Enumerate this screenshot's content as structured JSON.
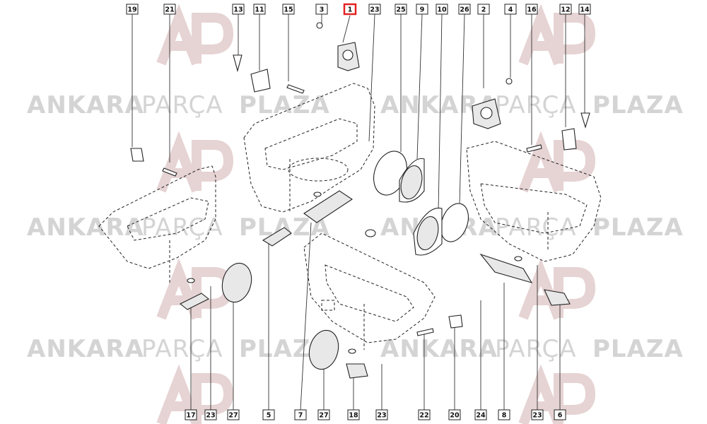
{
  "watermark": {
    "word1": "ANKARA",
    "word2": "PARÇA",
    "word3": "PLAZA",
    "logo": "ap-logo-icon"
  },
  "highlight_color": "#e32222",
  "callouts": {
    "top": [
      "19",
      "21",
      "13",
      "11",
      "15",
      "3",
      "1",
      "23",
      "25",
      "9",
      "10",
      "26",
      "2",
      "4",
      "16",
      "12",
      "14"
    ],
    "bottom": [
      "17",
      "23",
      "27",
      "5",
      "7",
      "27",
      "18",
      "23",
      "22",
      "20",
      "24",
      "8",
      "23",
      "6"
    ],
    "highlighted": "1"
  }
}
